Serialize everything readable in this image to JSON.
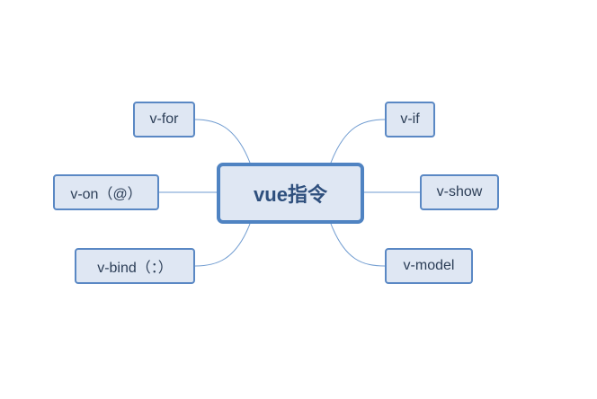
{
  "diagram": {
    "center": {
      "label": "vue指令"
    },
    "branches": {
      "vfor": {
        "label": "v-for"
      },
      "von": {
        "label": "v-on（@）"
      },
      "vbind": {
        "label": "v-bind（：）"
      },
      "vif": {
        "label": "v-if"
      },
      "vshow": {
        "label": "v-show"
      },
      "vmodel": {
        "label": "v-model"
      }
    },
    "colors": {
      "node_fill": "#dfe7f3",
      "node_border": "#5a88c4",
      "center_border": "#4f83c2",
      "connector": "#6f9bd0",
      "text": "#2c3e57"
    }
  }
}
